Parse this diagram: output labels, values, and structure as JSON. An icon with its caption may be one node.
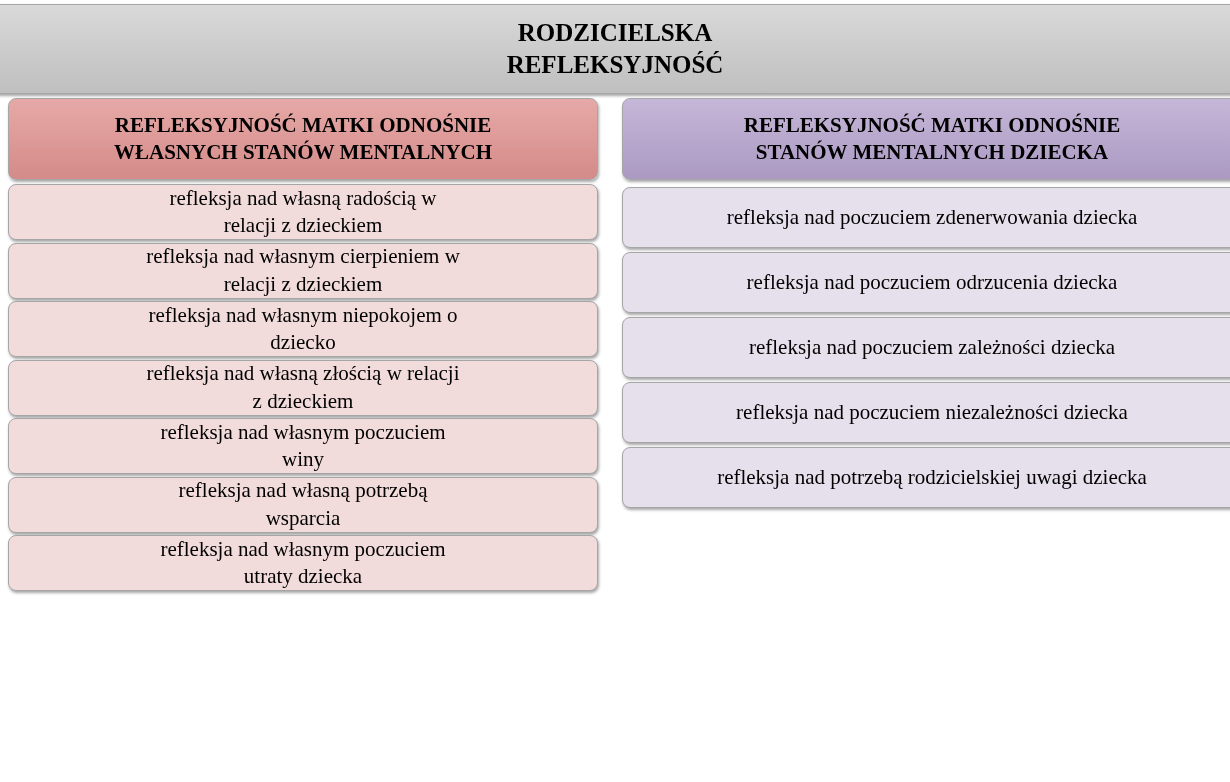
{
  "diagram": {
    "nodes": [
      {
        "text": [
          "RODZICIELSKA REFLEKSYJNOŚĆ"
        ]
      },
      {
        "text": [
          "REFLEKSYJNOŚĆ MATKI ODNOŚNIE WŁASNYCH STANÓW MENTALNYCH"
        ]
      },
      {
        "text": [
          "refleksja nad własną radością w relacji z dzieckiem"
        ]
      },
      {
        "text": [
          "refleksja nad własnym cierpieniem w relacji z dzieckiem"
        ]
      },
      {
        "text": [
          "refleksja nad własnym niepokojem o dziecko"
        ]
      },
      {
        "text": [
          "refleksja nad własną złością w relacji z dzieckiem"
        ]
      },
      {
        "text": [
          "refleksja nad własnym poczuciem winy"
        ]
      },
      {
        "text": [
          "refleksja nad własną potrzebą wsparcia"
        ]
      },
      {
        "text": [
          "refleksja nad własnym poczuciem utraty dziecka"
        ]
      },
      {
        "text": [
          "REFLEKSYJNOŚĆ MATKI ODNOŚNIE STANÓW MENTALNYCH DZIECKA"
        ]
      },
      {
        "text": [
          "refleksja nad poczuciem zdenerwowania dziecka"
        ]
      },
      {
        "text": [
          "refleksja nad poczuciem odrzucenia dziecka"
        ]
      },
      {
        "text": [
          "refleksja nad poczuciem zależności dziecka"
        ]
      },
      {
        "text": [
          "refleksja nad poczuciem niezależności dziecka"
        ]
      },
      {
        "text": [
          "refleksja nad potrzebą rodzicielskiej uwagi dziecka"
        ]
      }
    ],
    "edges": []
  }
}
